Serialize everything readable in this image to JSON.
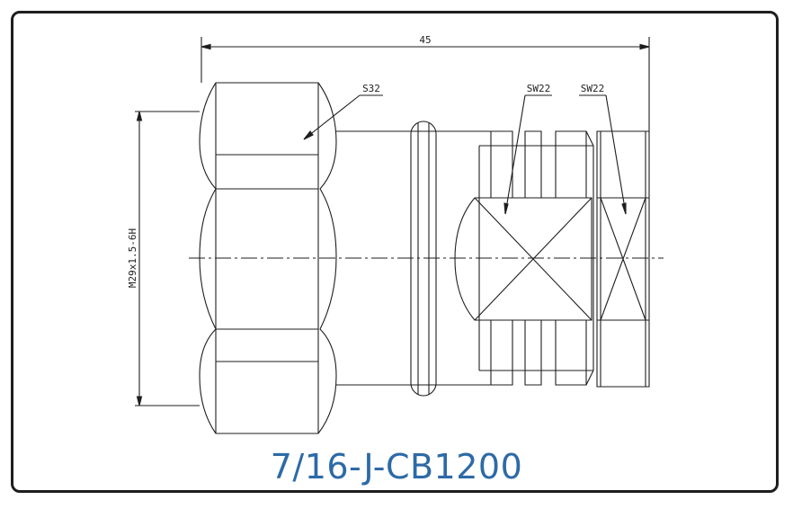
{
  "title": "7/16-J-CB1200",
  "dimensions": {
    "overall_length": "45",
    "thread": "M29x1.5-6H",
    "hex_nut": "S32",
    "wrench_flat_1": "SW22",
    "wrench_flat_2": "SW22"
  },
  "colors": {
    "line": "#1e1e1e",
    "title": "#2d6aa6",
    "frame": "#1e1e1e"
  }
}
